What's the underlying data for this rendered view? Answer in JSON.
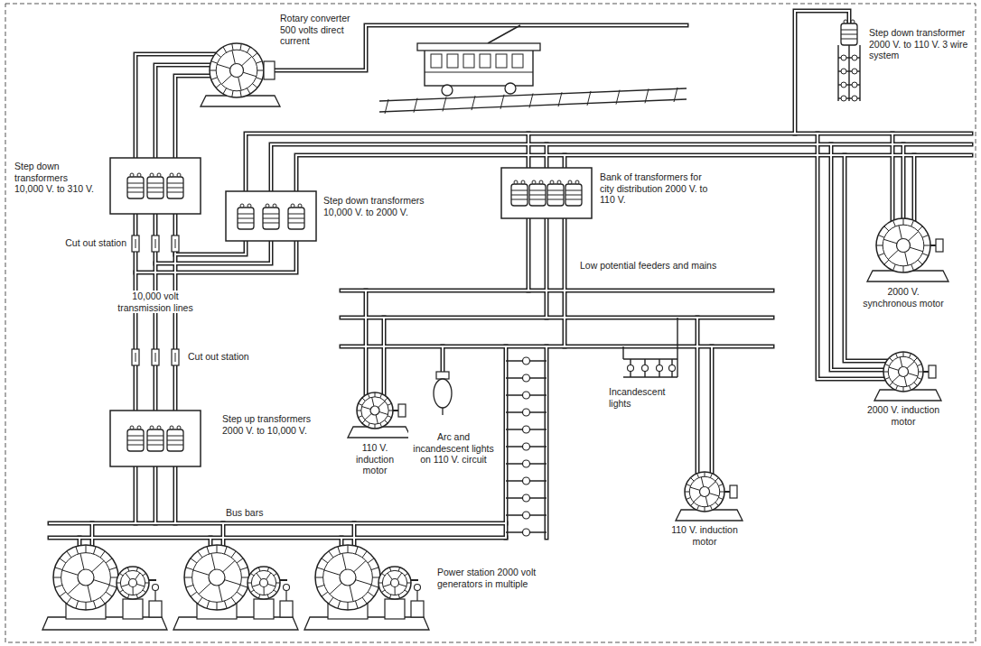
{
  "diagram": {
    "labels": [
      "Rotary converter 500 volts direct current",
      "Step down transformer 2000 V. to 110 V. 3 wire system",
      "Step down transformers 10,000 V. to 310 V.",
      "Step down transformers 10,000 V. to 2000 V.",
      "Bank of transformers for city distribution 2000 V. to 110 V.",
      "Low potential feeders and mains",
      "2000 V. synchronous motor",
      "Cut out station",
      "10,000 volt transmission lines",
      "Cut out station",
      "Incandescent lights",
      "2000 V. induction motor",
      "Step up transformers 2000 V. to 10,000 V.",
      "110 V. induction motor",
      "Arc and incandescent lights on 110 V. circuit",
      "110 V. induction motor",
      "Bus bars",
      "Power station 2000 volt generators in multiple"
    ]
  }
}
